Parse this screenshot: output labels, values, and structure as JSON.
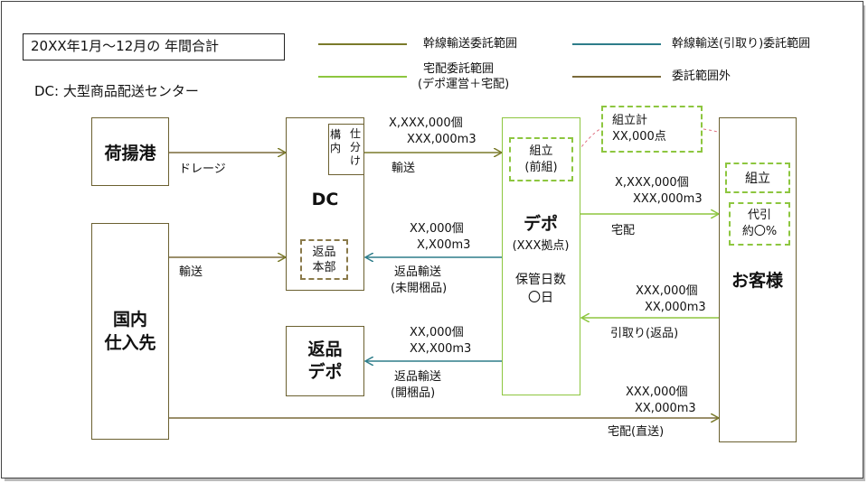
{
  "title": "20XX年1月～12月の 年間合計",
  "dc_note": "DC: 大型商品配送センター",
  "legend": [
    {
      "label": "幹線輸送委託範囲",
      "color": "#7a7a2a"
    },
    {
      "label": "幹線輸送(引取り)委託範囲",
      "color": "#2e7d8a"
    },
    {
      "label_line1": "宅配委託範囲",
      "label_line2": "(デポ運営＋宅配)",
      "color": "#8dc63f"
    },
    {
      "label": "委託範囲外",
      "color": "#7a6a3a"
    }
  ],
  "nodes": {
    "port": "荷揚港",
    "supplier_line1": "国内",
    "supplier_line2": "仕入先",
    "dc": "DC",
    "sort_line1": "仕",
    "sort_line2": "分",
    "sort_line3": "け",
    "sort_side1": "構",
    "sort_side2": "内",
    "returns_hq_line1": "返品",
    "returns_hq_line2": "本部",
    "returns_depot_line1": "返品",
    "returns_depot_line2": "デポ",
    "depot_title": "デポ",
    "depot_sub": "(XXX拠点)",
    "depot_storage_line1": "保管日数",
    "depot_storage_line2": "〇日",
    "pre_assembly_line1": "組立",
    "pre_assembly_line2": "(前組)",
    "customer": "お客様",
    "assembly": "組立",
    "pickup_line1": "代引",
    "pickup_line2": "約〇%"
  },
  "assembly_total": {
    "line1": "組立計",
    "line2": "XX,000点"
  },
  "flows": {
    "dredge": "ドレージ",
    "transport_supplier": "輸送",
    "dc_to_depot_qty1": "X,XXX,000個",
    "dc_to_depot_qty2": "XXX,000m3",
    "dc_to_depot_label": "輸送",
    "return_to_dc_qty1": "XX,000個",
    "return_to_dc_qty2": "X,X00m3",
    "return_to_dc_label1": "返品輸送",
    "return_to_dc_label2": "(未開梱品)",
    "return_depot_qty1": "XX,000個",
    "return_depot_qty2": "XX,X00m3",
    "return_depot_label1": "返品輸送",
    "return_depot_label2": "(開梱品)",
    "delivery_qty1": "X,XXX,000個",
    "delivery_qty2": "XXX,000m3",
    "delivery_label": "宅配",
    "pickup_qty1": "XXX,000個",
    "pickup_qty2": "XX,000m3",
    "pickup_label": "引取り(返品)",
    "direct_qty1": "XXX,000個",
    "direct_qty2": "XX,000m3",
    "direct_label": "宅配(直送)"
  }
}
